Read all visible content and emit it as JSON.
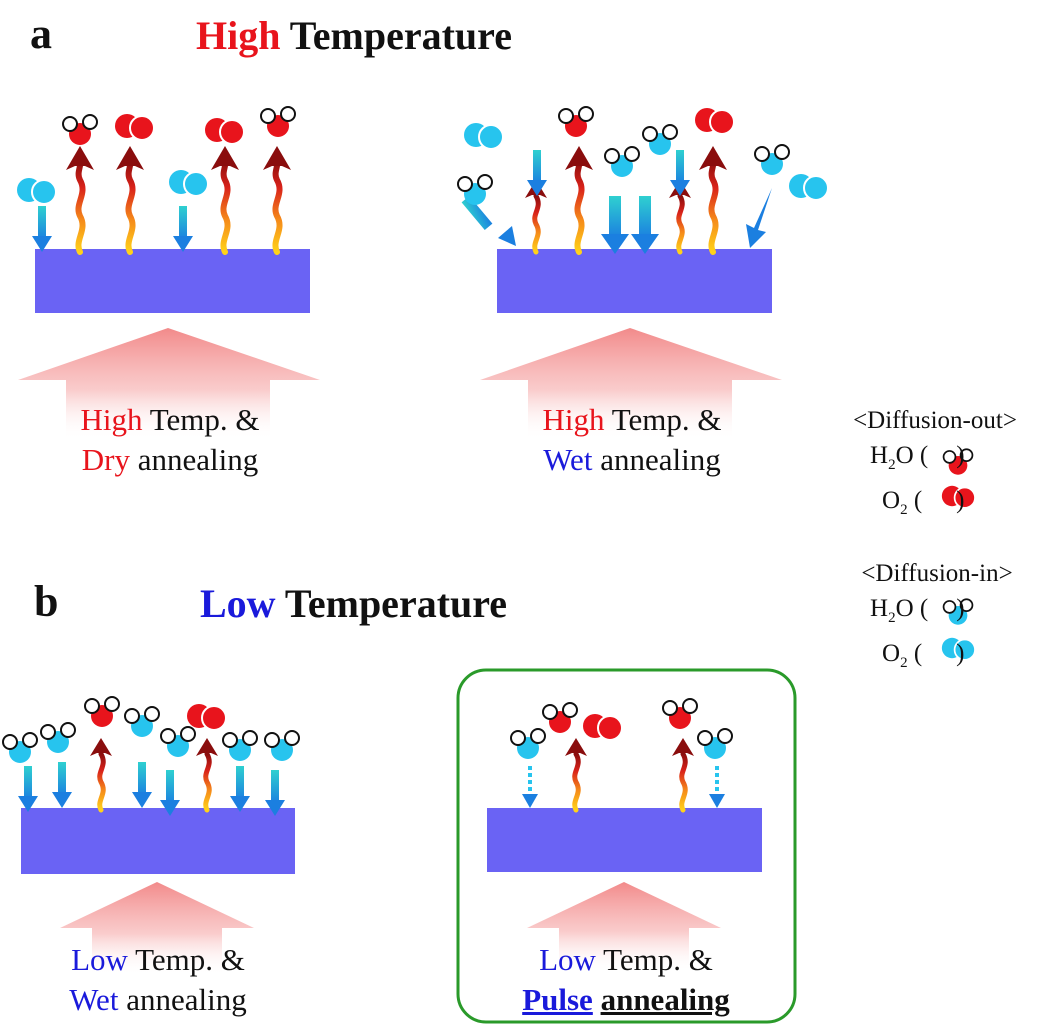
{
  "panel_a": {
    "letter": "a",
    "title_word": "High",
    "title_rest": " Temperature",
    "left_caption": {
      "w1": "High",
      "r1": " Temp. &",
      "w2": "Dry",
      "r2": " annealing"
    },
    "right_caption": {
      "w1": "High",
      "r1": " Temp. &",
      "w2": "Wet",
      "r2": " annealing"
    }
  },
  "panel_b": {
    "letter": "b",
    "title_word": "Low",
    "title_rest": " Temperature",
    "left_caption": {
      "w1": "Low",
      "r1": " Temp. &",
      "w2": "Wet",
      "r2": " annealing"
    },
    "right_caption": {
      "w1": "Low",
      "r1": " Temp. &",
      "w2": "Pulse",
      "r2": "annealing"
    }
  },
  "legend": {
    "out_heading": "<Diffusion-out>",
    "in_heading": "<Diffusion-in>",
    "h2o_main": "H",
    "h2o_sub": "2",
    "h2o_tail": "O (",
    "o2_main": "O",
    "o2_sub": "2",
    "o2_tail": " (",
    "close": ")"
  },
  "colors": {
    "substrate": "#6a63f4",
    "out_molecule": "#e8141c",
    "in_molecule": "#27c4ee",
    "highlight_border": "#2a9a2a",
    "heat_arrow": "#f4a0a0"
  }
}
